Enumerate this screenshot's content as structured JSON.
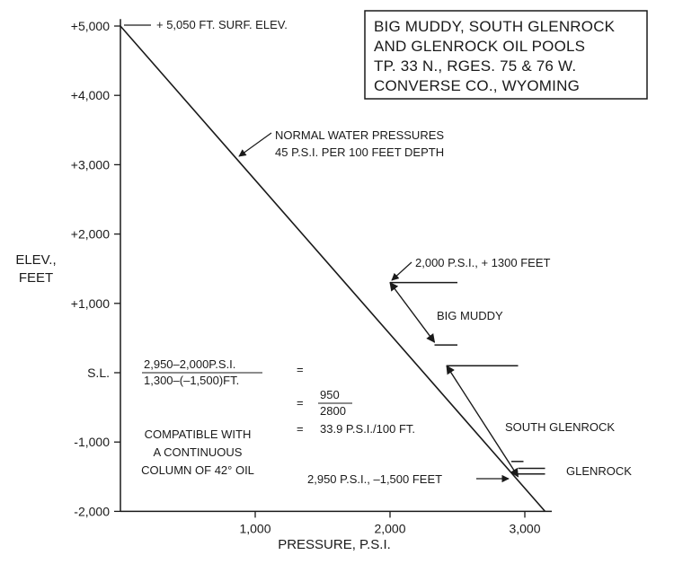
{
  "chart_data": {
    "type": "line",
    "title_lines": [
      "BIG MUDDY, SOUTH GLENROCK",
      "AND GLENROCK OIL POOLS",
      "TP. 33 N., RGES. 75 & 76 W.",
      "CONVERSE CO., WYOMING"
    ],
    "xlabel": "PRESSURE, P.S.I.",
    "ylabel_lines": [
      "ELEV.,",
      "FEET"
    ],
    "xlim": [
      0,
      3200
    ],
    "ylim": [
      -2000,
      5100
    ],
    "x_ticks": [
      {
        "value": 1000,
        "label": "1,000"
      },
      {
        "value": 2000,
        "label": "2,000"
      },
      {
        "value": 3000,
        "label": "3,000"
      }
    ],
    "y_ticks": [
      {
        "value": 5000,
        "label": "+5,000"
      },
      {
        "value": 4000,
        "label": "+4,000"
      },
      {
        "value": 3000,
        "label": "+3,000"
      },
      {
        "value": 2000,
        "label": "+2,000"
      },
      {
        "value": 1000,
        "label": "+1,000"
      },
      {
        "value": 0,
        "label": "S.L."
      },
      {
        "value": -1000,
        "label": "-1,000"
      },
      {
        "value": -2000,
        "label": "-2,000"
      }
    ],
    "grid": false,
    "series": [
      {
        "x": [
          0,
          3150
        ],
        "y": [
          5000,
          -2000
        ]
      }
    ],
    "annotations": {
      "surface_elev": "+ 5,050 FT. SURF. ELEV.",
      "normal_pressure_1": "NORMAL WATER PRESSURES",
      "normal_pressure_2": "45 P.S.I. PER 100 FEET DEPTH",
      "big_muddy_point": "2,000 P.S.I., + 1300 FEET",
      "big_muddy": "BIG MUDDY",
      "south_glenrock": "SOUTH GLENROCK",
      "glenrock": "GLENROCK",
      "glenrock_point": "2,950 P.S.I., –1,500 FEET",
      "formula_num": "2,950–2,000P.S.I.",
      "formula_den": "1,300–(–1,500)FT.",
      "eq1": "=",
      "eq2": "=",
      "eq3": "=",
      "frac2_num": "950",
      "frac2_den": "2800",
      "result": "33.9 P.S.I./100 FT.",
      "compat_1": "COMPATIBLE WITH",
      "compat_2": "A CONTINUOUS",
      "compat_3": "COLUMN OF 42° OIL"
    },
    "segments": {
      "big_muddy_top": {
        "x": [
          2000,
          2500
        ],
        "y": [
          1300,
          1300
        ]
      },
      "big_muddy_bottom": {
        "x": [
          2330,
          2500
        ],
        "y": [
          400,
          400
        ]
      },
      "south_glenrock_top": {
        "x": [
          2420,
          2950
        ],
        "y": [
          100,
          100
        ]
      },
      "south_glenrock_bottom": {
        "x": [
          2900,
          2990
        ],
        "y": [
          -1280,
          -1280
        ]
      },
      "glenrock_1": {
        "x": [
          2950,
          3150
        ],
        "y": [
          -1380,
          -1380
        ]
      },
      "glenrock_2": {
        "x": [
          2950,
          3150
        ],
        "y": [
          -1460,
          -1460
        ]
      }
    },
    "gradient_arrows": {
      "big_muddy": {
        "from": [
          2000,
          1300
        ],
        "to": [
          2330,
          440
        ]
      },
      "south_glenrock": {
        "from": [
          2420,
          100
        ],
        "to": [
          2950,
          -1500
        ]
      }
    }
  }
}
